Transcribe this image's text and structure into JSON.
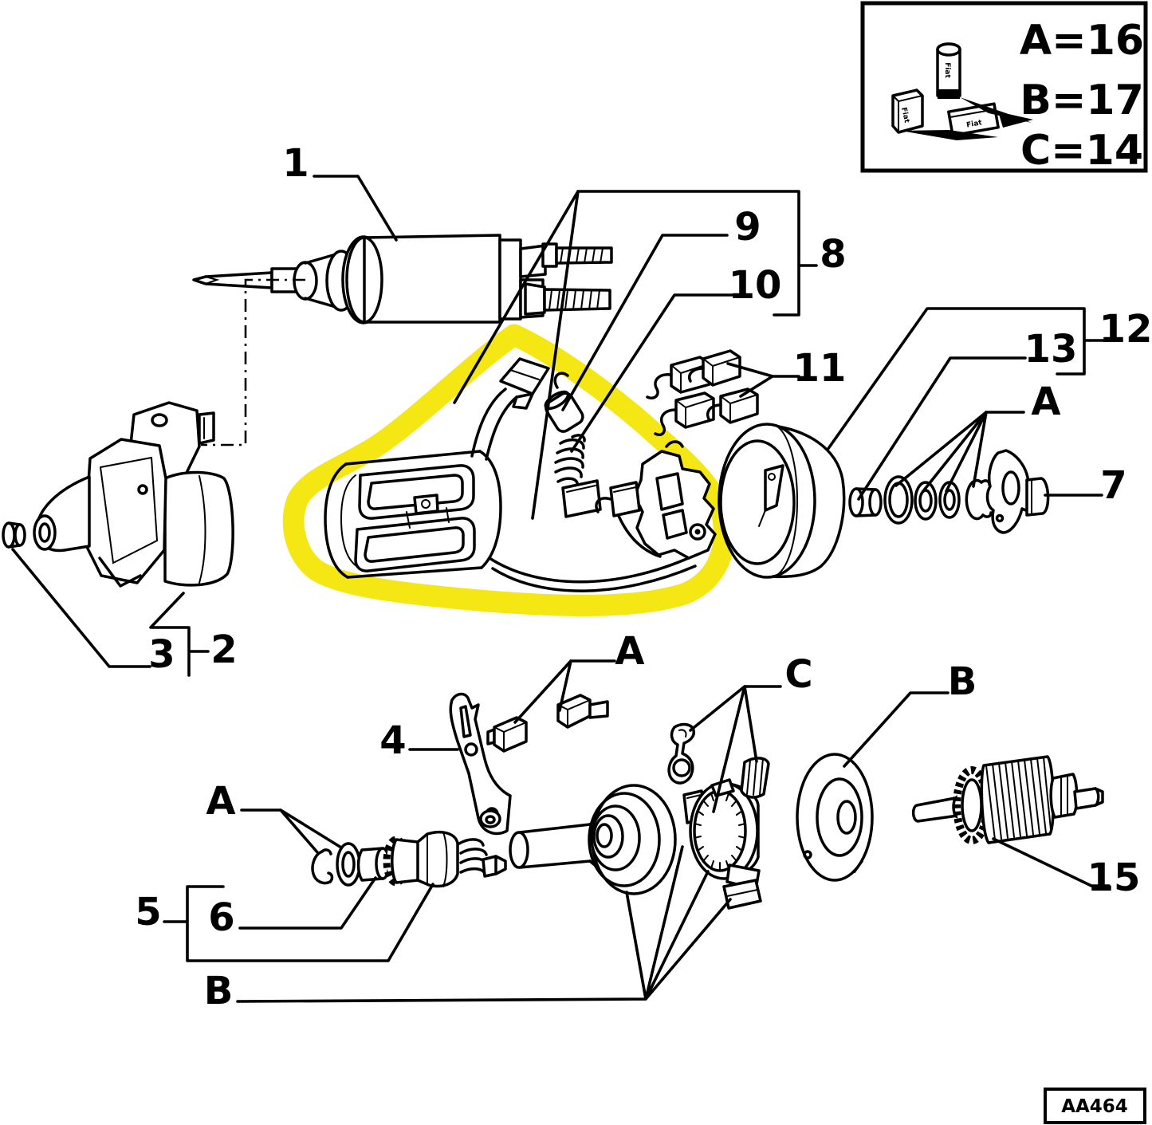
{
  "figure": {
    "type": "exploded-parts-diagram",
    "subject": "starter motor",
    "background": "#ffffff",
    "line_color": "#000000",
    "highlight_color": "#f4e714",
    "drawing_code": "AA464"
  },
  "legend": {
    "entries": [
      "A=16",
      "B=17",
      "C=14"
    ],
    "package_brand": "Fiat"
  },
  "labels": [
    {
      "text": "1",
      "part": "solenoid"
    },
    {
      "text": "2",
      "part": "starter-assembly"
    },
    {
      "text": "3",
      "part": "plug"
    },
    {
      "text": "4",
      "part": "engagement-fork"
    },
    {
      "text": "5",
      "part": "drive-pinion-kit"
    },
    {
      "text": "6",
      "part": "pinion-bushing"
    },
    {
      "text": "7",
      "part": "support-flange"
    },
    {
      "text": "8",
      "part": "brush-gear-group"
    },
    {
      "text": "9",
      "part": "brush"
    },
    {
      "text": "10",
      "part": "brush-spring"
    },
    {
      "text": "11",
      "part": "brush-set"
    },
    {
      "text": "12",
      "part": "end-cover"
    },
    {
      "text": "13",
      "part": "bushing"
    },
    {
      "text": "15",
      "part": "armature"
    },
    {
      "text": "A",
      "part": "kit-a-top"
    },
    {
      "text": "A",
      "part": "kit-a-middle"
    },
    {
      "text": "A",
      "part": "kit-a-bottom"
    },
    {
      "text": "B",
      "part": "kit-b-right"
    },
    {
      "text": "B",
      "part": "kit-b-bottom"
    },
    {
      "text": "C",
      "part": "kit-c"
    }
  ]
}
